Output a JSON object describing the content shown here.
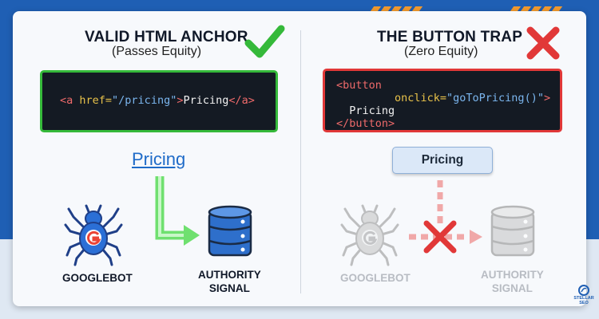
{
  "left": {
    "title": "VALID HTML ANCHOR",
    "subtitle": "(Passes Equity)",
    "code": {
      "open": "<a",
      "attr": " href=",
      "value": "\"/pricing\"",
      "close": ">",
      "text": "Pricing",
      "end": "</a>"
    },
    "link_text": "Pricing",
    "bot_label": "GOOGLEBOT",
    "target_label_1": "AUTHORITY",
    "target_label_2": "SIGNAL"
  },
  "right": {
    "title": "THE BUTTON TRAP",
    "subtitle": "(Zero Equity)",
    "code": {
      "open": "<button",
      "attr": "onclick=",
      "value": "\"goToPricing()\"",
      "close": ">",
      "text": "Pricing",
      "end": "</button>"
    },
    "button_label": "Pricing",
    "bot_label": "GOOGLEBOT",
    "target_label_1": "AUTHORITY",
    "target_label_2": "SIGNAL"
  },
  "logo": {
    "line1": "STELLAR",
    "line2": "SEO"
  },
  "icons": {
    "check": "check-icon",
    "cross": "cross-icon",
    "spider": "spider-icon",
    "database": "database-icon",
    "google": "google-g-icon"
  },
  "colors": {
    "good": "#35b93a",
    "bad": "#e13838",
    "link": "#1f6bc8",
    "brand": "#1f5fb4"
  }
}
